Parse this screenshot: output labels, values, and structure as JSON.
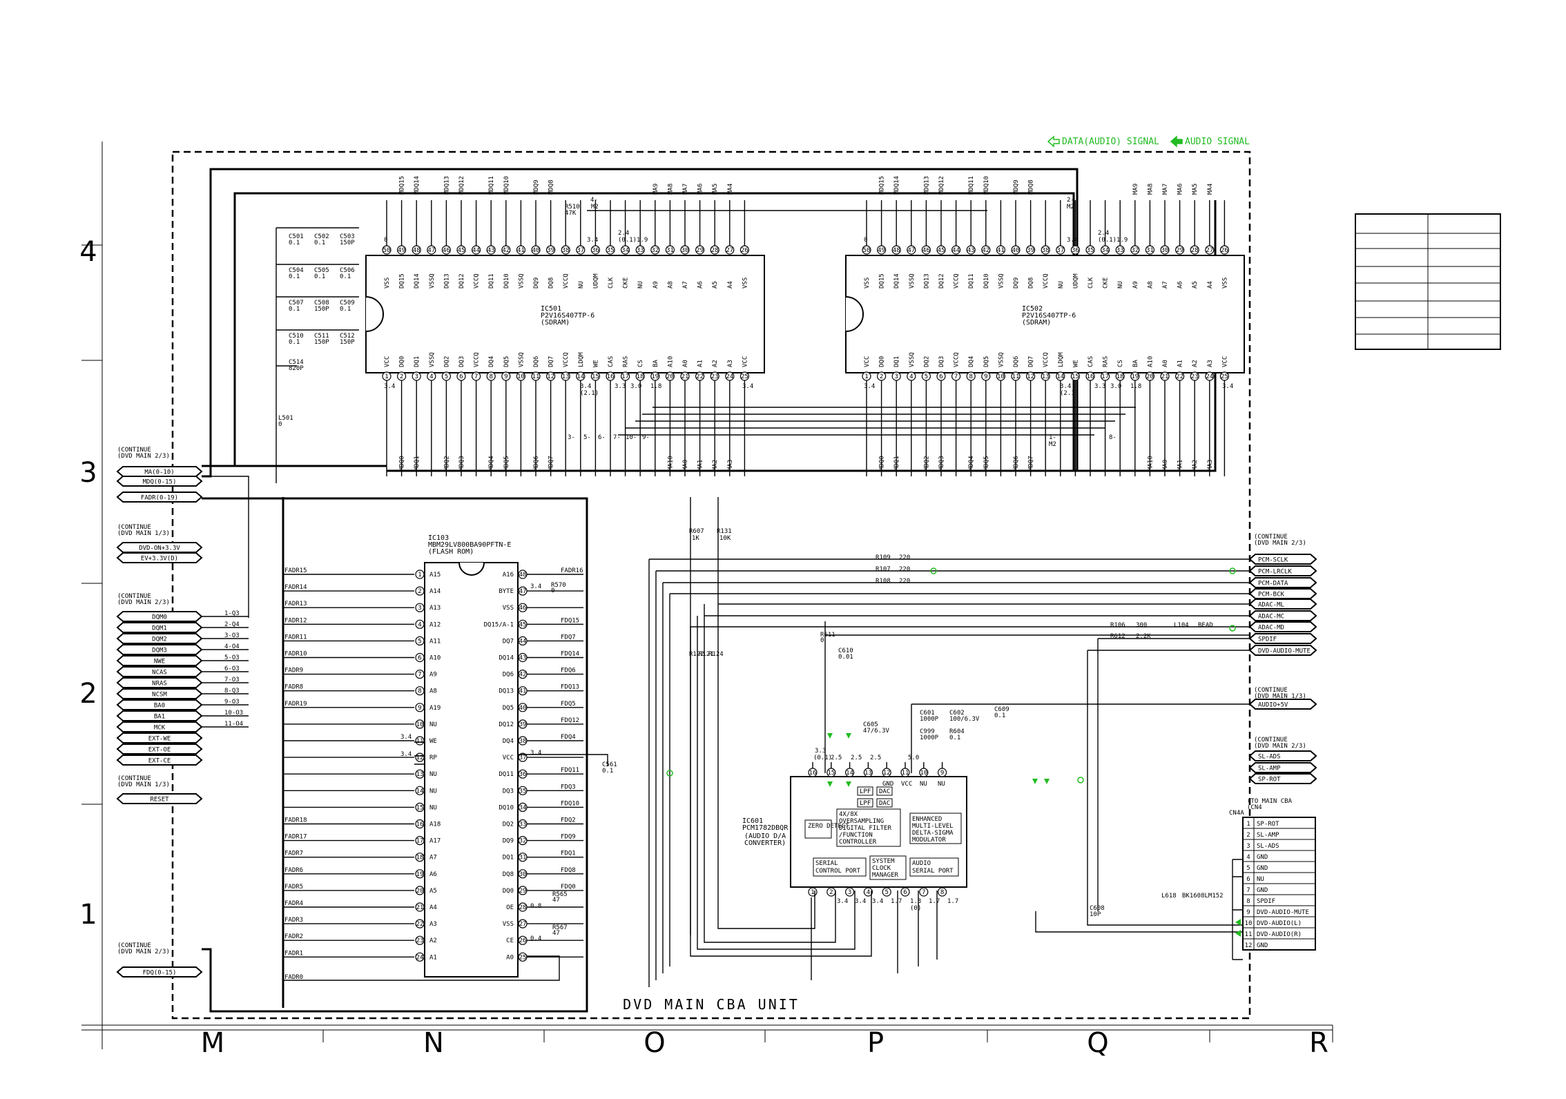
{
  "colors": {
    "signal": "#22bb22",
    "ink": "#000000"
  },
  "legend": {
    "data_audio": "DATA(AUDIO) SIGNAL",
    "audio": "AUDIO SIGNAL"
  },
  "unit_title": "DVD MAIN CBA UNIT",
  "grid": {
    "cols": [
      "M",
      "N",
      "O",
      "P",
      "Q",
      "R"
    ],
    "rows": [
      "4",
      "3",
      "2",
      "1"
    ]
  },
  "ic501": {
    "ref": "IC501",
    "part": "P2V16S407TP-6",
    "type": "(SDRAM)",
    "top_pins": [
      "50",
      "49",
      "48",
      "47",
      "46",
      "45",
      "44",
      "43",
      "42",
      "41",
      "40",
      "39",
      "38",
      "37",
      "36",
      "35",
      "34",
      "33",
      "32",
      "31",
      "30",
      "29",
      "28",
      "27",
      "26"
    ],
    "top_names": [
      "VSS",
      "DQ15",
      "DQ14",
      "VSSQ",
      "DQ13",
      "DQ12",
      "VCCQ",
      "DQ11",
      "DQ10",
      "VSSQ",
      "DQ9",
      "DQ8",
      "VCCQ",
      "NU",
      "UDQM",
      "CLK",
      "CKE",
      "NU",
      "A9",
      "A8",
      "A7",
      "A6",
      "A5",
      "A4",
      "VSS"
    ],
    "bot_pins": [
      "1",
      "2",
      "3",
      "4",
      "5",
      "6",
      "7",
      "8",
      "9",
      "10",
      "11",
      "12",
      "13",
      "14",
      "15",
      "16",
      "17",
      "18",
      "19",
      "20",
      "21",
      "22",
      "23",
      "24",
      "25"
    ],
    "bot_names": [
      "VCC",
      "DQ0",
      "DQ1",
      "VSSQ",
      "DQ2",
      "DQ3",
      "VCCQ",
      "DQ4",
      "DQ5",
      "VSSQ",
      "DQ6",
      "DQ7",
      "VCCQ",
      "LDQM",
      "WE",
      "CAS",
      "RAS",
      "CS",
      "BA",
      "A10",
      "A0",
      "A1",
      "A2",
      "A3",
      "VCC"
    ],
    "top_nets": [
      "MDQ15",
      "MDQ14",
      "MDQ13",
      "MDQ12",
      "MDQ11",
      "MDQ10",
      "MDQ9",
      "MDQ8",
      "MA9",
      "MA8",
      "MA7",
      "MA6",
      "MA5",
      "MA4"
    ],
    "bot_nets": [
      "MDQ0",
      "MDQ1",
      "MDQ2",
      "MDQ3",
      "MDQ4",
      "MDQ5",
      "MDQ6",
      "MDQ7",
      "MA10",
      "MA0",
      "MA1",
      "MA2",
      "MA3"
    ]
  },
  "ic502": {
    "ref": "IC502",
    "part": "P2V16S407TP-6",
    "type": "(SDRAM)"
  },
  "ic103": {
    "ref": "IC103",
    "part": "MBM29LV800BA90PFTN-E",
    "type": "(FLASH ROM)",
    "left_pins": [
      "1",
      "2",
      "3",
      "4",
      "5",
      "6",
      "7",
      "8",
      "9",
      "10",
      "11",
      "12",
      "13",
      "14",
      "15",
      "16",
      "17",
      "18",
      "19",
      "20",
      "21",
      "22",
      "23",
      "24"
    ],
    "left_names": [
      "A15",
      "A14",
      "A13",
      "A12",
      "A11",
      "A10",
      "A9",
      "A8",
      "A19",
      "NU",
      "WE",
      "RP",
      "NU",
      "NU",
      "NU",
      "A18",
      "A17",
      "A7",
      "A6",
      "A5",
      "A4",
      "A3",
      "A2",
      "A1"
    ],
    "left_nets": [
      "FADR15",
      "FADR14",
      "FADR13",
      "FADR12",
      "FADR11",
      "FADR10",
      "FADR9",
      "FADR8",
      "FADR19",
      "",
      "",
      "",
      "",
      "",
      "",
      "FADR18",
      "FADR17",
      "FADR7",
      "FADR6",
      "FADR5",
      "FADR4",
      "FADR3",
      "FADR2",
      "FADR1"
    ],
    "right_pins": [
      "48",
      "47",
      "46",
      "45",
      "44",
      "43",
      "42",
      "41",
      "40",
      "39",
      "38",
      "37",
      "36",
      "35",
      "34",
      "33",
      "32",
      "31",
      "30",
      "29",
      "28",
      "27",
      "26",
      "25"
    ],
    "right_names": [
      "A16",
      "BYTE",
      "VSS",
      "DQ15/A-1",
      "DQ7",
      "DQ14",
      "DQ6",
      "DQ13",
      "DQ5",
      "DQ12",
      "DQ4",
      "VCC",
      "DQ11",
      "DQ3",
      "DQ10",
      "DQ2",
      "DQ9",
      "DQ1",
      "DQ8",
      "DQ0",
      "OE",
      "VSS",
      "CE",
      "A0"
    ],
    "right_nets": [
      "FADR16",
      "",
      "",
      "FDQ15",
      "FDQ7",
      "FDQ14",
      "FDQ6",
      "FDQ13",
      "FDQ5",
      "FDQ12",
      "FDQ4",
      "",
      "FDQ11",
      "FDQ3",
      "FDQ10",
      "FDQ2",
      "FDQ9",
      "FDQ1",
      "FDQ8",
      "FDQ0",
      "",
      "",
      "",
      ""
    ],
    "fadr0": "FADR0"
  },
  "ic601": {
    "ref": "IC601",
    "part": "PCM1782DBQR",
    "desc1": "(AUDIO D/A",
    "desc2": "CONVERTER)",
    "blocks": {
      "zero": "ZERO DETECT",
      "os1": "4X/8X",
      "os2": "OVERSAMPLING",
      "os3": "DIGITAL FILTER",
      "os4": "/FUNCTION",
      "os5": "CONTROLLER",
      "enh1": "ENHANCED",
      "enh2": "MULTI-LEVEL",
      "enh3": "DELTA-SIGMA",
      "enh4": "MODULATOR",
      "ser1": "SERIAL",
      "ser2": "CONTROL PORT",
      "sys1": "SYSTEM",
      "sys2": "CLOCK",
      "sys3": "MANAGER",
      "aud1": "AUDIO",
      "aud2": "SERIAL PORT",
      "lpf": "LPF",
      "dac": "DAC"
    },
    "top_labels": [
      "GND",
      "VCC",
      "NU",
      "NU"
    ]
  },
  "left_connectors": [
    {
      "note1": "(CONTINUE",
      "note2": "(DVD MAIN 2/3)",
      "signals": [
        "MA(0-10)",
        "MDQ(0-15)"
      ]
    },
    {
      "signals": [
        "FADR(0-19)"
      ]
    },
    {
      "note1": "(CONTINUE",
      "note2": "(DVD MAIN 1/3)",
      "signals": [
        "DVD-ON+3.3V",
        "EV+3.3V(D)"
      ]
    },
    {
      "note1": "(CONTINUE",
      "note2": "(DVD MAIN 2/3)",
      "signals": [
        "DQM0",
        "DQM1",
        "DQM2",
        "DQM3",
        "NWE",
        "NCAS",
        "NRAS",
        "NCSM",
        "BA0",
        "BA1",
        "MCK",
        "EXT-WE",
        "EXT-OE",
        "EXT-CE"
      ],
      "tags": [
        "1-Q3",
        "2-Q4",
        "3-O3",
        "4-O4",
        "5-O3",
        "6-O3",
        "7-O3",
        "8-Q3",
        "9-O3",
        "10-O3",
        "11-O4"
      ]
    },
    {
      "note1": "(CONTINUE",
      "note2": "(DVD MAIN 1/3)",
      "signals": [
        "RESET"
      ]
    },
    {
      "note1": "(CONTINUE",
      "note2": "(DVD MAIN 2/3)",
      "signals": [
        "FDQ(0-15)"
      ]
    }
  ],
  "right_connectors": [
    {
      "note1": "(CONTINUE",
      "note2": "(DVD MAIN 2/3)",
      "signals": [
        "PCM-SCLK",
        "PCM-LRCLK",
        "PCM-DATA",
        "PCM-BCK",
        "ADAC-ML",
        "ADAC-MC",
        "ADAC-MD",
        "SPDIF",
        "DVD-AUDIO-MUTE"
      ]
    },
    {
      "note1": "(CONTINUE",
      "note2": "(DVD MAIN 1/3)",
      "signals": [
        "AUDIO+5V"
      ]
    },
    {
      "note1": "(CONTINUE",
      "note2": "(DVD MAIN 2/3)",
      "signals": [
        "SL-ADS",
        "SL-AMP",
        "SP-ROT"
      ]
    }
  ],
  "cn4": {
    "ref": "CN4A",
    "note1": "(TO MAIN CBA",
    "note2": "(CN4",
    "pins": [
      "1",
      "2",
      "3",
      "4",
      "5",
      "6",
      "7",
      "8",
      "9",
      "10",
      "11",
      "12"
    ],
    "names": [
      "SP-ROT",
      "SL-AMP",
      "SL-ADS",
      "GND",
      "GND",
      "NU",
      "GND",
      "SPDIF",
      "DVD-AUDIO-MUTE",
      "DVD-AUDIO(L)",
      "DVD-AUDIO(R)",
      "GND"
    ]
  },
  "components": {
    "c501": "C501",
    "c501v": "0.1",
    "c502": "C502",
    "c502v": "0.1",
    "c503": "C503",
    "c503v": "150P",
    "c504": "C504",
    "c504v": "0.1",
    "c505": "C505",
    "c505v": "0.1",
    "c506": "C506",
    "c506v": "0.1",
    "c507": "C507",
    "c507v": "0.1",
    "c508": "C508",
    "c508v": "150P",
    "c509": "C509",
    "c509v": "0.1",
    "c510": "C510",
    "c510v": "0.1",
    "c511": "C511",
    "c511v": "150P",
    "c512": "C512",
    "c512v": "150P",
    "c514": "C514",
    "c514v": "820P",
    "l501": "L501",
    "l501v": "0",
    "r510": "R510",
    "r510v": "47K",
    "r607": "R607",
    "r607v": "1K",
    "r131": "R131",
    "r131v": "10K",
    "r109": "R109",
    "r107": "R107",
    "r108": "R108",
    "r220": "220",
    "r570": "R570",
    "r570v": "0",
    "c561": "C561",
    "c561v": "0.1",
    "r565": "R565",
    "r565v": "47",
    "r567": "R567",
    "r567v": "47",
    "r611": "R611",
    "r611v": "0",
    "c610": "C610",
    "c610v": "0.01",
    "r106": "R106",
    "r106v": "300",
    "r612": "R612",
    "r612v": "2.2K",
    "l104": "L104",
    "l104v": "BEAD",
    "r122": "R122",
    "r121": "R121",
    "r124": "R124",
    "c605": "C605",
    "c605v": "47/6.3V",
    "c601": "C601",
    "c601v": "1000P",
    "c602": "C602",
    "c602v": "100/6.3V",
    "c999": "C999",
    "c999v": "1000P",
    "r604": "R604",
    "r604v": "0.1",
    "c609": "C609",
    "c609v": "0.1",
    "c608": "C608",
    "c608v": "10P",
    "l618": "L618",
    "l618v": "BK1608LM152"
  },
  "voltages": {
    "v34": "3.4",
    "v0": "0",
    "v33": "3.3",
    "v30": "3.0",
    "v18": "1.8",
    "v21": "(2.1)",
    "v24": "2.4",
    "v19": "1.9",
    "v01": "(0.1)",
    "v25": "2.5",
    "v50": "5.0",
    "v17": "1.7",
    "v13": "1.3",
    "v08": "0.8",
    "v04": "0.4",
    "vZero": "(0)"
  },
  "m_tags": [
    "4-",
    "2-",
    "M2",
    "M2",
    "3-",
    "5-",
    "6-",
    "7-",
    "10-",
    "9-",
    "M2",
    "1-",
    "8-"
  ],
  "block_table": {
    "rows": 7
  }
}
